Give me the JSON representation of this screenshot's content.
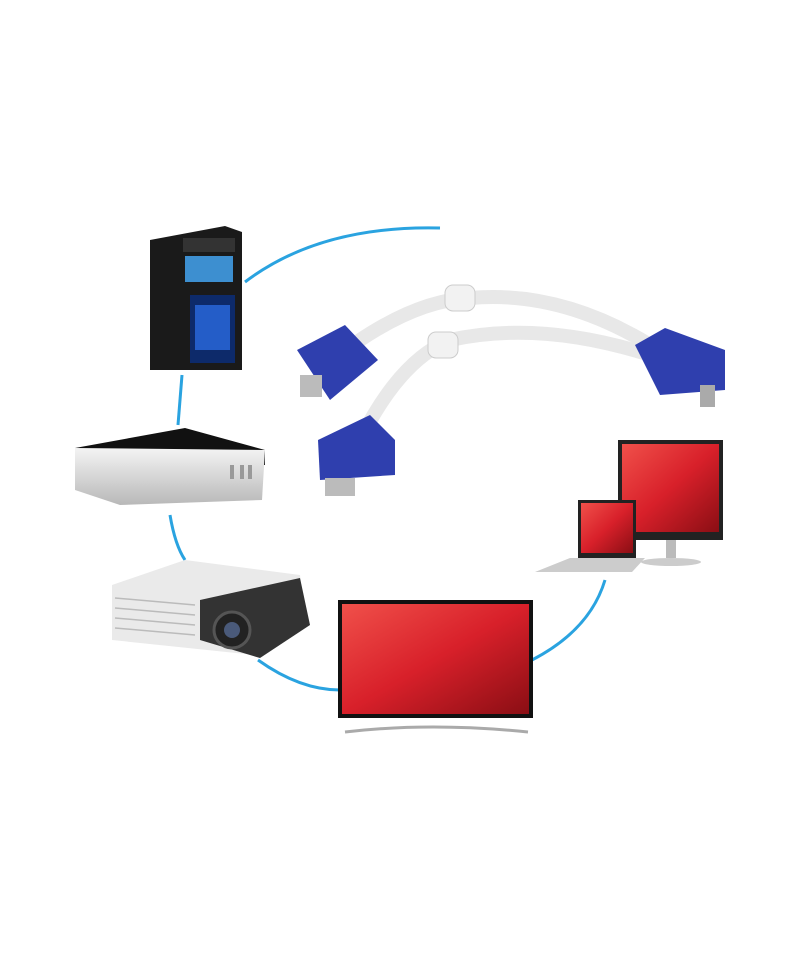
{
  "scene": {
    "subject": "vga-y-splitter-cable",
    "devices": [
      "desktop-tower",
      "set-top-box",
      "projector",
      "tv",
      "laptop",
      "monitor"
    ],
    "colors": {
      "background": "#ffffff",
      "connection_line": "#2aa3e0",
      "connector": "#2f3fae",
      "cable": "#eeeeee",
      "screen": "#d8202a"
    }
  }
}
